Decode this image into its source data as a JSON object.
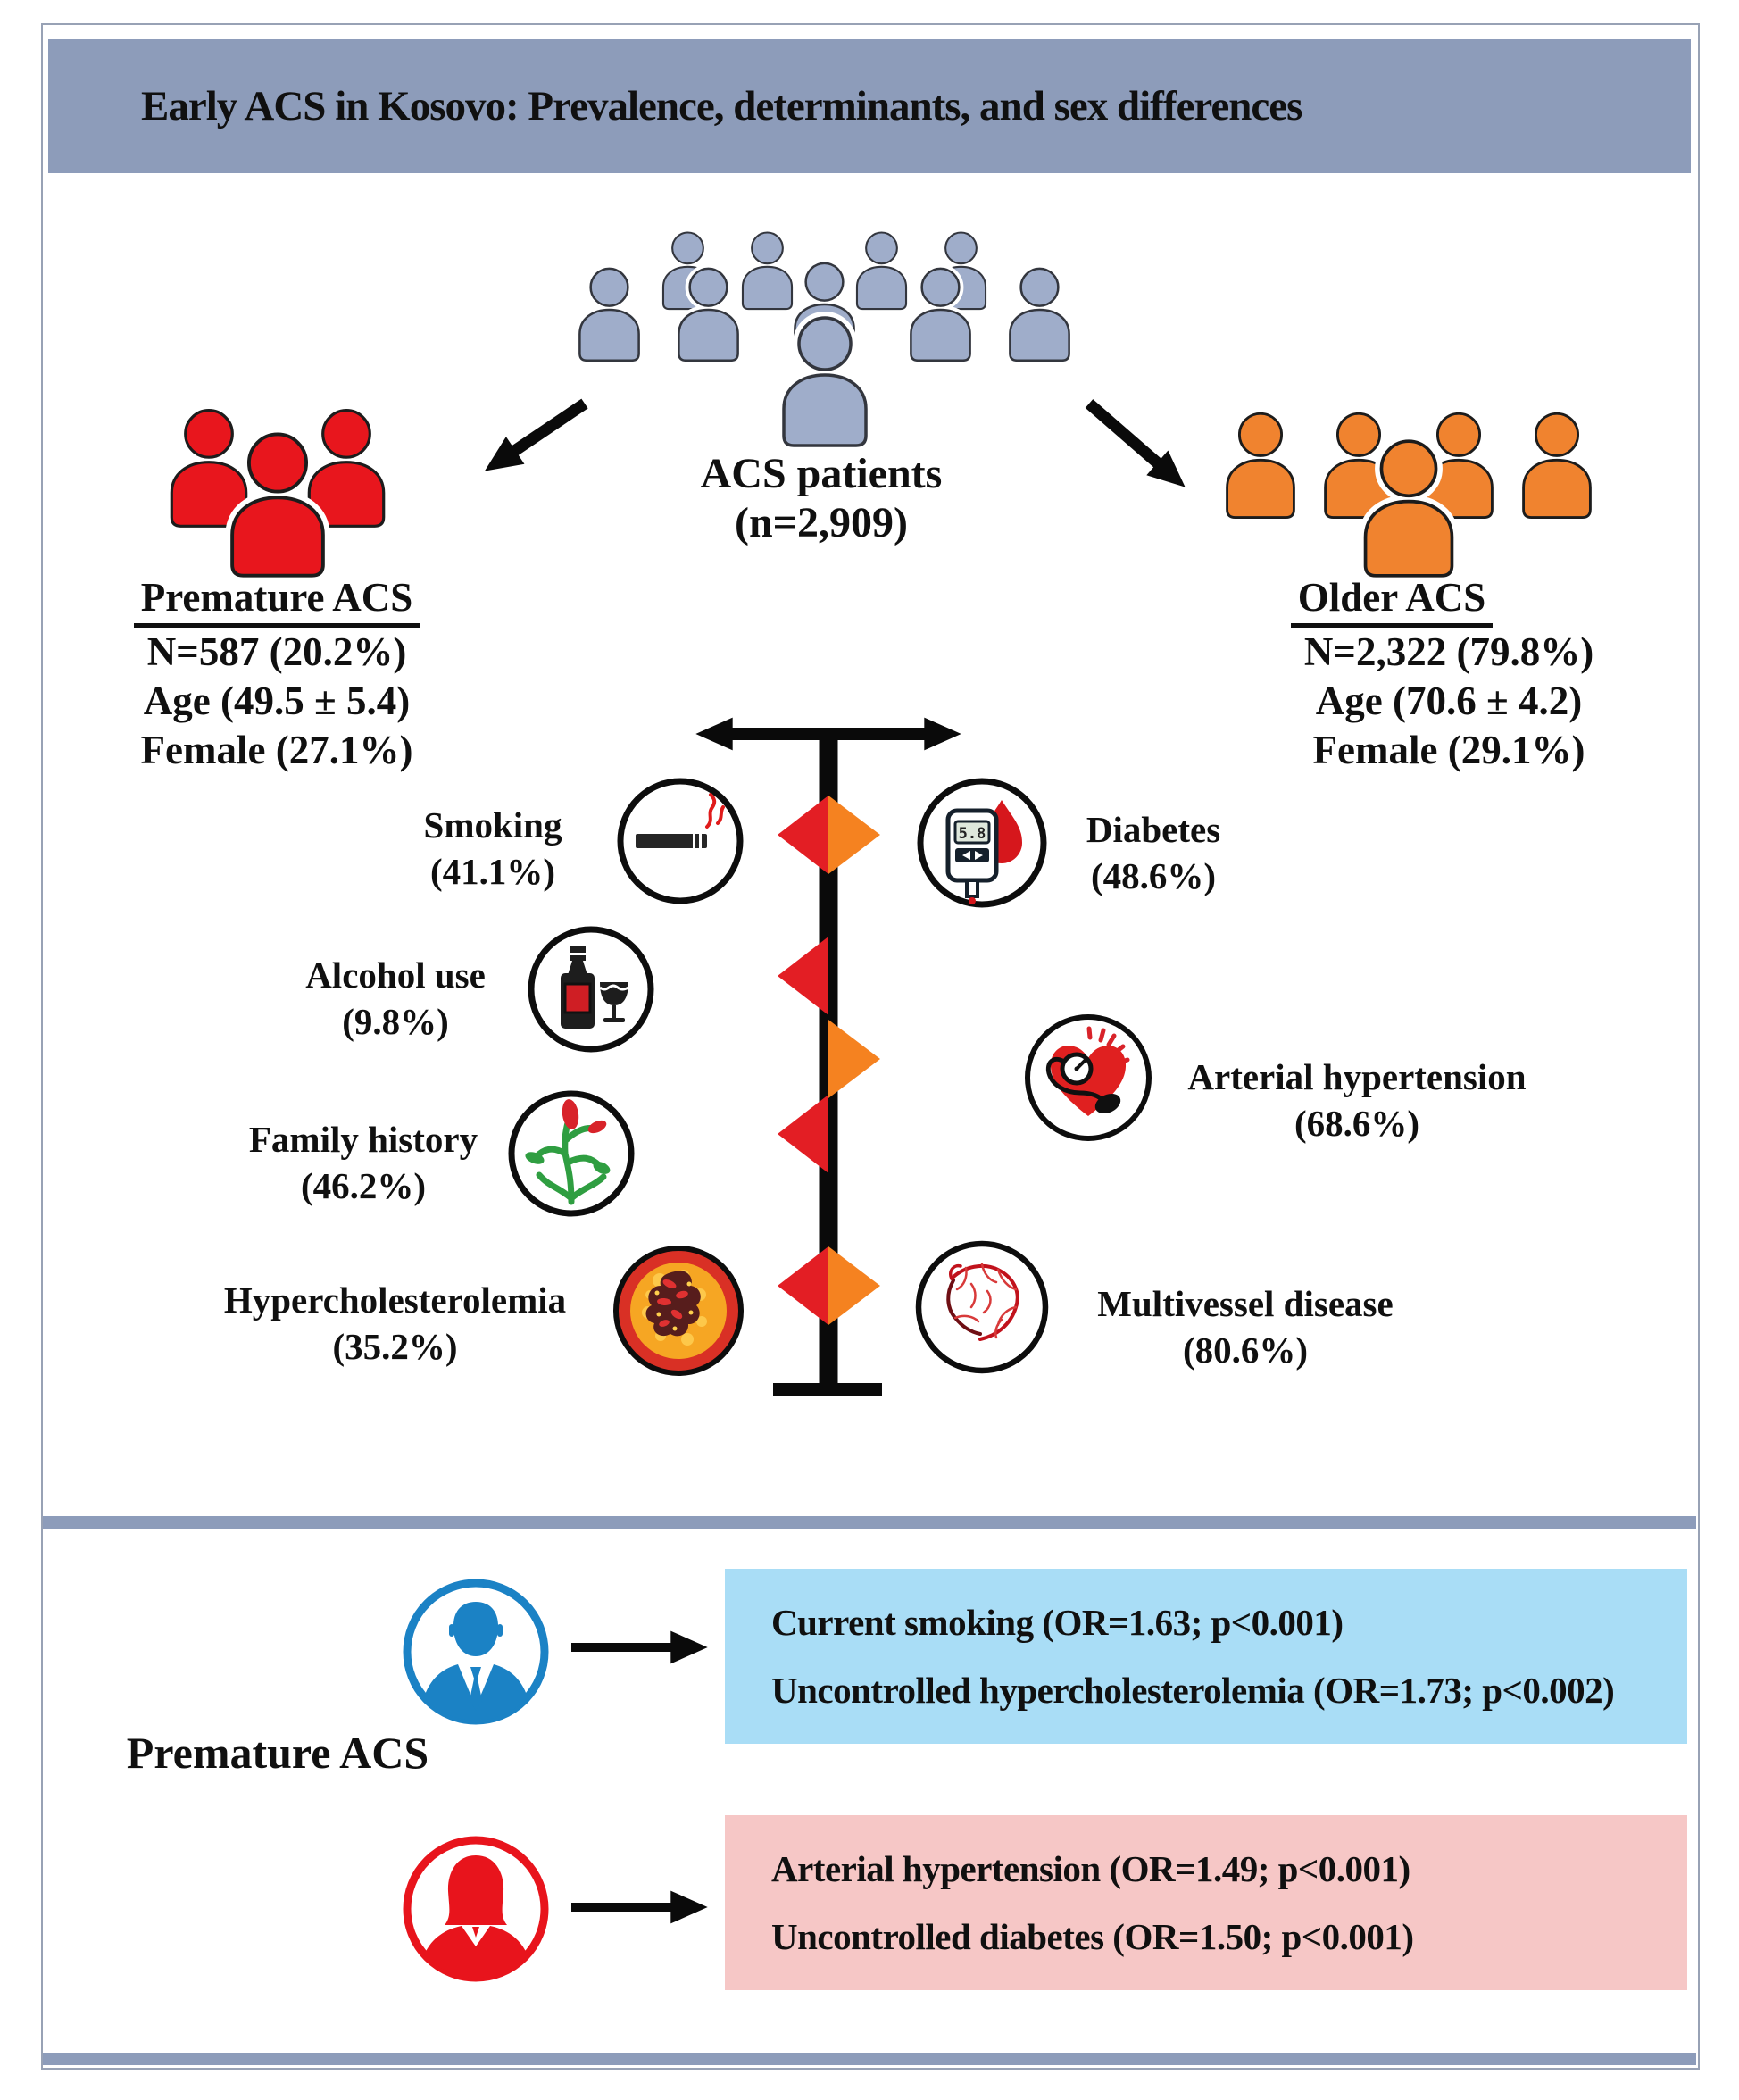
{
  "header": {
    "title": "Early ACS in Kosovo: Prevalence, determinants, and sex differences"
  },
  "population": {
    "crowd_label": "ACS patients",
    "crowd_n": "(n=2,909)",
    "premature": {
      "title": "Premature ACS",
      "lines": [
        "N=587 (20.2%)",
        "Age (49.5 ± 5.4)",
        "Female (27.1%)"
      ]
    },
    "older": {
      "title": "Older ACS",
      "lines": [
        "N=2,322 (79.8%)",
        "Age (70.6 ± 4.2)",
        "Female (29.1%)"
      ]
    }
  },
  "risk_factors": {
    "left": [
      {
        "label": "Smoking",
        "value": "(41.1%)",
        "icon": "cigarette-icon"
      },
      {
        "label": "Alcohol use",
        "value": "(9.8%)",
        "icon": "alcohol-bottle-glass-icon"
      },
      {
        "label": "Family history",
        "value": "(46.2%)",
        "icon": "family-tree-icon"
      },
      {
        "label": "Hypercholesterolemia",
        "value": "(35.2%)",
        "icon": "artery-plaque-icon"
      }
    ],
    "right": [
      {
        "label": "Diabetes",
        "value": "(48.6%)",
        "icon": "glucometer-blood-drop-icon"
      },
      {
        "label": "Arterial hypertension",
        "value": "(68.6%)",
        "icon": "heart-blood-pressure-icon"
      },
      {
        "label": "Multivessel disease",
        "value": "(80.6%)",
        "icon": "coronary-vessels-icon"
      }
    ],
    "glucometer_reading": "5.8"
  },
  "determinants": {
    "section_label": "Premature ACS",
    "male_lines": [
      "Current smoking (OR=1.63; p<0.001)",
      "Uncontrolled hypercholesterolemia (OR=1.73; p<0.002)"
    ],
    "female_lines": [
      "Arterial hypertension (OR=1.49; p<0.001)",
      "Uncontrolled diabetes (OR=1.50; p<0.001)"
    ]
  },
  "colors": {
    "header_bar": "#8d9cba",
    "crowd_gray": "#9fadca",
    "premature_red": "#e8161d",
    "older_orange": "#f0832f",
    "diamond_red": "#e31e24",
    "diamond_orange": "#f58220",
    "male_avatar_blue": "#1b82c5",
    "female_avatar_red": "#e8141c",
    "male_box_blue": "#a9ddf6",
    "female_box_pink": "#f6c7c6"
  }
}
